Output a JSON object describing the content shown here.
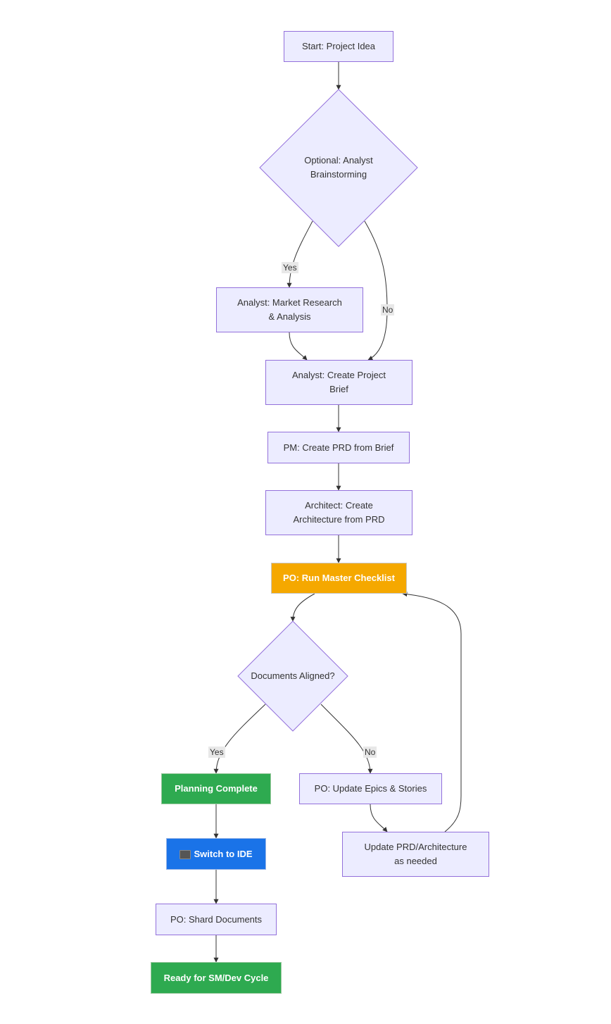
{
  "colors": {
    "node_fill": "#ECECFF",
    "node_border": "#9370DB",
    "edge": "#333333",
    "checklist": "#F5A800",
    "complete": "#2EAA50",
    "ide": "#1A73E8"
  },
  "nodes": {
    "start": "Start: Project Idea",
    "optional_line1": "Optional: Analyst",
    "optional_line2": "Brainstorming",
    "market_research_line1": "Analyst: Market Research",
    "market_research_line2": "& Analysis",
    "project_brief_line1": "Analyst: Create Project",
    "project_brief_line2": "Brief",
    "pm_prd": "PM: Create PRD from Brief",
    "architect_line1": "Architect: Create",
    "architect_line2": "Architecture from PRD",
    "po_checklist": "PO: Run Master Checklist",
    "docs_aligned": "Documents Aligned?",
    "planning_complete": "Planning Complete",
    "switch_ide": "Switch to IDE",
    "switch_ide_icon": "laptop-icon",
    "update_epics": "PO: Update Epics & Stories",
    "update_prd_line1": "Update PRD/Architecture",
    "update_prd_line2": "as needed",
    "shard_docs": "PO: Shard Documents",
    "ready": "Ready for SM/Dev Cycle"
  },
  "edge_labels": {
    "brainstorm_yes": "Yes",
    "brainstorm_no": "No",
    "aligned_yes": "Yes",
    "aligned_no": "No"
  }
}
